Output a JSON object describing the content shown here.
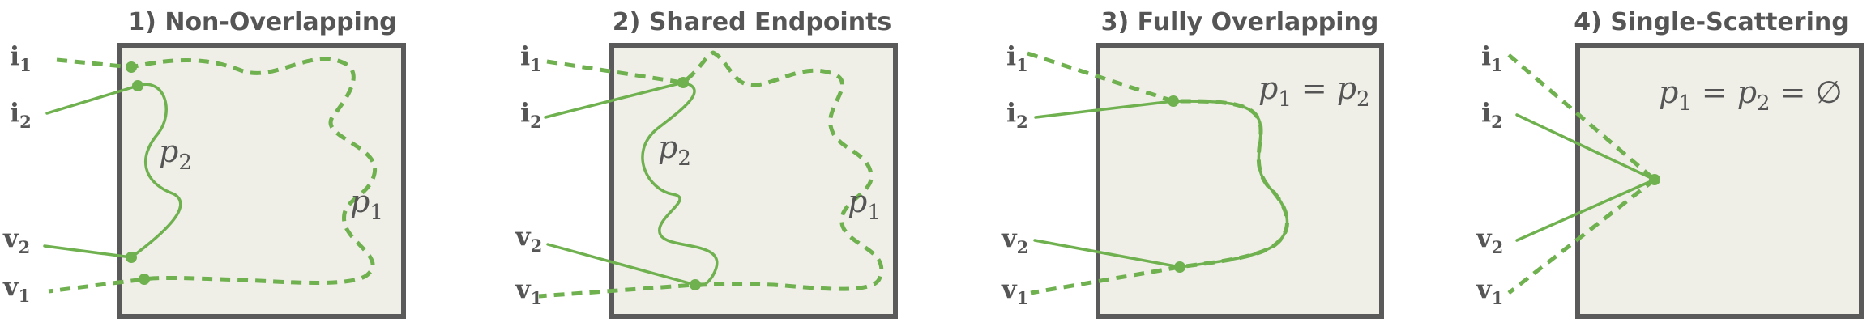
{
  "colors": {
    "path": "#6fb04f",
    "box_fill": "#efefe8",
    "box_stroke": "#5a5a5a",
    "text": "#555555"
  },
  "panels": [
    {
      "title": "1) Non-Overlapping",
      "side_labels": {
        "i1": {
          "main": "i",
          "sub": "1"
        },
        "i2": {
          "main": "i",
          "sub": "2"
        },
        "v2": {
          "main": "v",
          "sub": "2"
        },
        "v1": {
          "main": "v",
          "sub": "1"
        }
      },
      "path_labels": [
        {
          "main": "p",
          "sub": "2"
        },
        {
          "main": "p",
          "sub": "1"
        }
      ]
    },
    {
      "title": "2) Shared Endpoints",
      "side_labels": {
        "i1": {
          "main": "i",
          "sub": "1"
        },
        "i2": {
          "main": "i",
          "sub": "2"
        },
        "v2": {
          "main": "v",
          "sub": "2"
        },
        "v1": {
          "main": "v",
          "sub": "1"
        }
      },
      "path_labels": [
        {
          "main": "p",
          "sub": "2"
        },
        {
          "main": "p",
          "sub": "1"
        }
      ]
    },
    {
      "title": "3) Fully Overlapping",
      "side_labels": {
        "i1": {
          "main": "i",
          "sub": "1"
        },
        "i2": {
          "main": "i",
          "sub": "2"
        },
        "v2": {
          "main": "v",
          "sub": "2"
        },
        "v1": {
          "main": "v",
          "sub": "1"
        }
      },
      "equation": {
        "lhs": "p",
        "lhs_sub": "1",
        "op": "=",
        "rhs": "p",
        "rhs_sub": "2"
      }
    },
    {
      "title": "4) Single-Scattering",
      "side_labels": {
        "i1": {
          "main": "i",
          "sub": "1"
        },
        "i2": {
          "main": "i",
          "sub": "2"
        },
        "v2": {
          "main": "v",
          "sub": "2"
        },
        "v1": {
          "main": "v",
          "sub": "1"
        }
      },
      "equation": {
        "lhs": "p",
        "lhs_sub": "1",
        "op": "=",
        "mid": "p",
        "mid_sub": "2",
        "op2": "=",
        "rhs_symbol": "∅"
      }
    }
  ]
}
